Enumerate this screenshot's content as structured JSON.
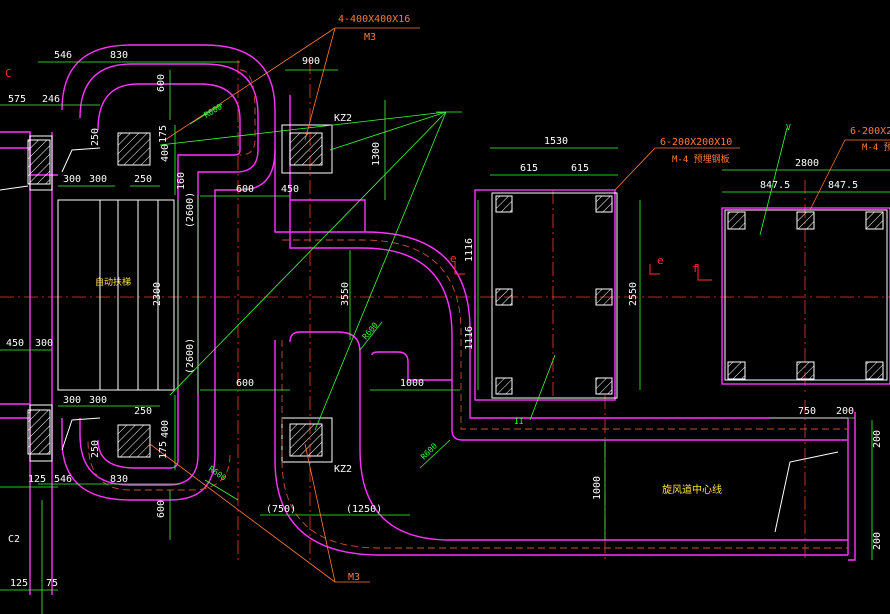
{
  "labels": {
    "callout_top": "4-400X400X16",
    "m3_top": "M3",
    "m3_bottom": "M3",
    "kz2_top": "KZ2",
    "kz2_bottom": "KZ2",
    "plate_callout_mid": "6-200X200X10",
    "plate_callout_mid_sub": "M-4 预埋钢板",
    "plate_callout_right": "6-200X20",
    "plate_callout_right_sub": "M-4 预",
    "escalator_label": "自动扶梯",
    "duct_centerline_label": "旋风道中心线",
    "section_c": "C",
    "section_e_left": "e",
    "section_e_right": "e",
    "section_f": "f",
    "mark_ii": "II",
    "mark_v": "V",
    "grid_c2": "C2",
    "arc_r": "R600"
  },
  "dimensions": {
    "d546_top": "546",
    "d830_top": "830",
    "d600_top": "600",
    "d900": "900",
    "d575": "575",
    "d246": "246",
    "d250_a": "250",
    "d175_a": "175",
    "d400_a": "400",
    "d300_a": "300",
    "d300_b": "300",
    "d250_b": "250",
    "d160": "160",
    "d600_mid": "600",
    "d450": "450",
    "d1300": "1300",
    "d2600_top": "(2600)",
    "d2300": "2300",
    "d2600_bot": "(2600)",
    "d450_left": "450",
    "d300_left": "300",
    "d3550": "3550",
    "d1530": "1530",
    "d615_a": "615",
    "d615_b": "615",
    "d1116_a": "1116",
    "d2550": "2550",
    "d1116_b": "1116",
    "d2800": "2800",
    "d8475_a": "847.5",
    "d8475_b": "847.5",
    "d1000_h": "1000",
    "d600_low": "600",
    "d300_c": "300",
    "d300_d": "300",
    "d250_c": "250",
    "d400_b": "400",
    "d175_b": "175",
    "d250_d": "250",
    "d830_bot": "830",
    "d546_bot": "546",
    "d125_a": "125",
    "d600_bot": "600",
    "d750_paren": "(750)",
    "d1250_paren": "(1250)",
    "d1000_v": "1000",
    "d750": "750",
    "d200_a": "200",
    "d200_b": "200",
    "d200_c": "200",
    "d125_b": "125",
    "d75": "75"
  },
  "colors": {
    "background": "#000000",
    "wall": "#ff33ff",
    "structure": "#ffffff",
    "dimension": "#39ff39",
    "axis": "#ff3030",
    "leader": "#ff7a3a",
    "text_yellow": "#ffe14a"
  }
}
